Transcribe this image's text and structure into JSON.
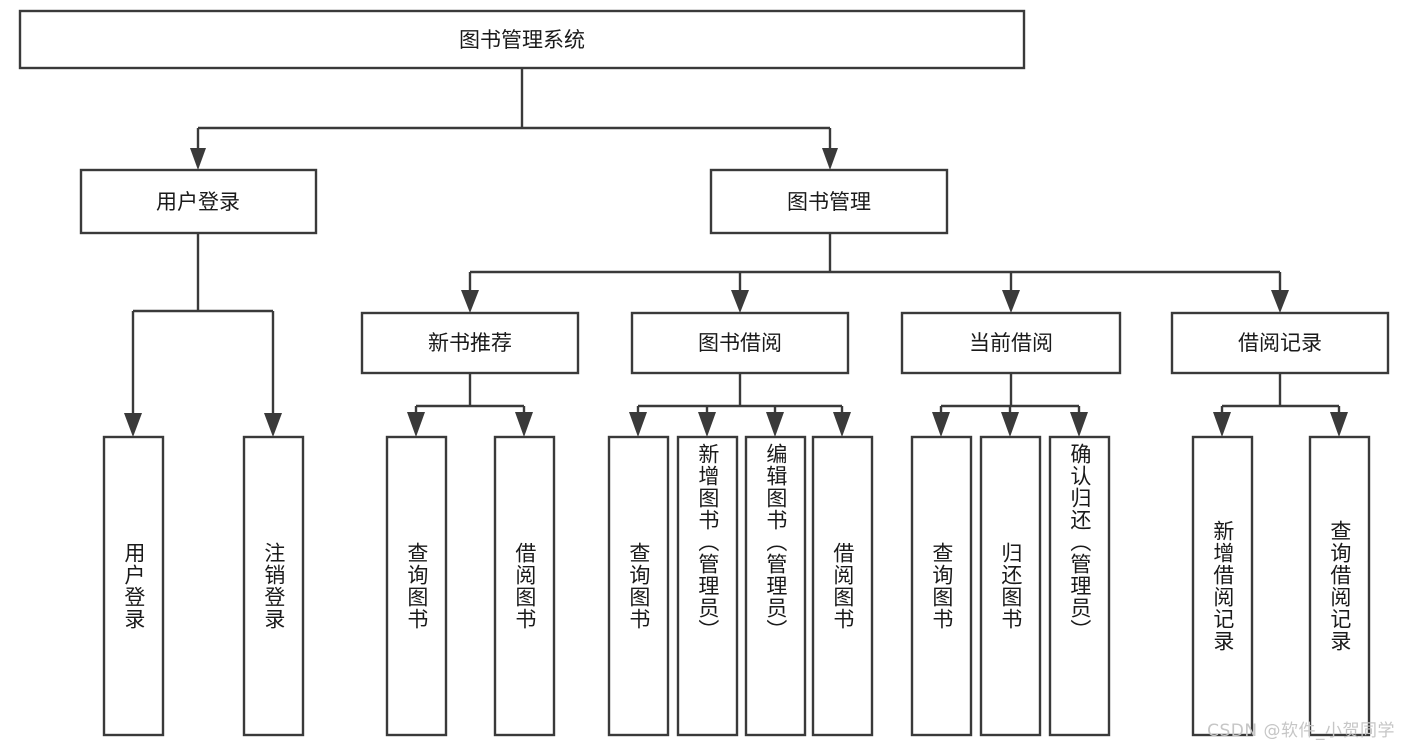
{
  "diagram": {
    "type": "tree-hierarchy-flowchart",
    "title": "图书管理系统",
    "orientation": "top-down",
    "levels": 4,
    "root": {
      "id": "root",
      "label": "图书管理系统",
      "text_direction": "horizontal"
    },
    "level2": [
      {
        "id": "user-login",
        "label": "用户登录",
        "text_direction": "horizontal"
      },
      {
        "id": "book-management",
        "label": "图书管理",
        "text_direction": "horizontal"
      }
    ],
    "level3": [
      {
        "id": "new-book-recommend",
        "label": "新书推荐",
        "parent": "book-management",
        "text_direction": "horizontal"
      },
      {
        "id": "book-borrow",
        "label": "图书借阅",
        "parent": "book-management",
        "text_direction": "horizontal"
      },
      {
        "id": "current-borrow",
        "label": "当前借阅",
        "parent": "book-management",
        "text_direction": "horizontal"
      },
      {
        "id": "borrow-record",
        "label": "借阅记录",
        "parent": "book-management",
        "text_direction": "horizontal"
      }
    ],
    "leaves": [
      {
        "id": "leaf-user-login",
        "label": "用户登录",
        "parent": "user-login",
        "text_direction": "vertical"
      },
      {
        "id": "leaf-logout",
        "label": "注销登录",
        "parent": "user-login",
        "text_direction": "vertical"
      },
      {
        "id": "leaf-query-book-1",
        "label": "查询图书",
        "parent": "new-book-recommend",
        "text_direction": "vertical"
      },
      {
        "id": "leaf-borrow-book-1",
        "label": "借阅图书",
        "parent": "new-book-recommend",
        "text_direction": "vertical"
      },
      {
        "id": "leaf-query-book-2",
        "label": "查询图书",
        "parent": "book-borrow",
        "text_direction": "vertical"
      },
      {
        "id": "leaf-add-book",
        "label": "新增图书（管理员）",
        "parent": "book-borrow",
        "text_direction": "vertical"
      },
      {
        "id": "leaf-edit-book",
        "label": "编辑图书（管理员）",
        "parent": "book-borrow",
        "text_direction": "vertical"
      },
      {
        "id": "leaf-borrow-book-2",
        "label": "借阅图书",
        "parent": "book-borrow",
        "text_direction": "vertical"
      },
      {
        "id": "leaf-query-book-3",
        "label": "查询图书",
        "parent": "current-borrow",
        "text_direction": "vertical"
      },
      {
        "id": "leaf-return-book",
        "label": "归还图书",
        "parent": "current-borrow",
        "text_direction": "vertical"
      },
      {
        "id": "leaf-confirm-return",
        "label": "确认归还（管理员）",
        "parent": "current-borrow",
        "text_direction": "vertical"
      },
      {
        "id": "leaf-add-record",
        "label": "新增借阅记录",
        "parent": "borrow-record",
        "text_direction": "vertical"
      },
      {
        "id": "leaf-query-record",
        "label": "查询借阅记录",
        "parent": "borrow-record",
        "text_direction": "vertical"
      }
    ]
  },
  "watermark": {
    "text": "CSDN @软件_小贺同学"
  },
  "colors": {
    "background": "#ffffff",
    "box_fill": "#ffffff",
    "box_stroke": "#3a3a3a",
    "text": "#1a1a1a",
    "connector": "#3a3a3a",
    "watermark": "#c6c6c6"
  }
}
